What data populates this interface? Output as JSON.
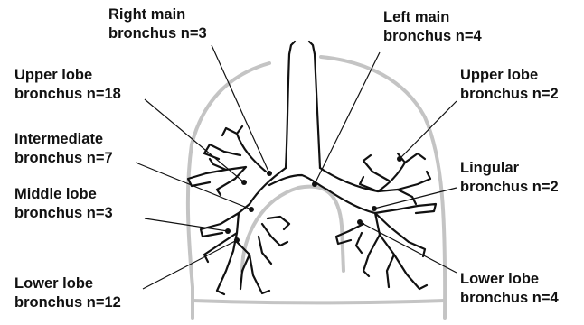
{
  "labels": {
    "right_main": {
      "line1": "Right main",
      "line2": "bronchus n=3"
    },
    "left_main": {
      "line1": "Left main",
      "line2": "bronchus n=4"
    },
    "upper_right": {
      "line1": "Upper lobe",
      "line2": "bronchus n=18"
    },
    "upper_left": {
      "line1": "Upper lobe",
      "line2": "bronchus n=2"
    },
    "intermediate": {
      "line1": "Intermediate",
      "line2": "bronchus n=7"
    },
    "lingular": {
      "line1": "Lingular",
      "line2": "bronchus n=2"
    },
    "middle": {
      "line1": "Middle lobe",
      "line2": "bronchus n=3"
    },
    "lower_right": {
      "line1": "Lower lobe",
      "line2": "bronchus n=12"
    },
    "lower_left": {
      "line1": "Lower lobe",
      "line2": "bronchus n=4"
    }
  },
  "colors": {
    "lung_outline": "#c4c4c4",
    "airway": "#111111",
    "text": "#111111"
  }
}
